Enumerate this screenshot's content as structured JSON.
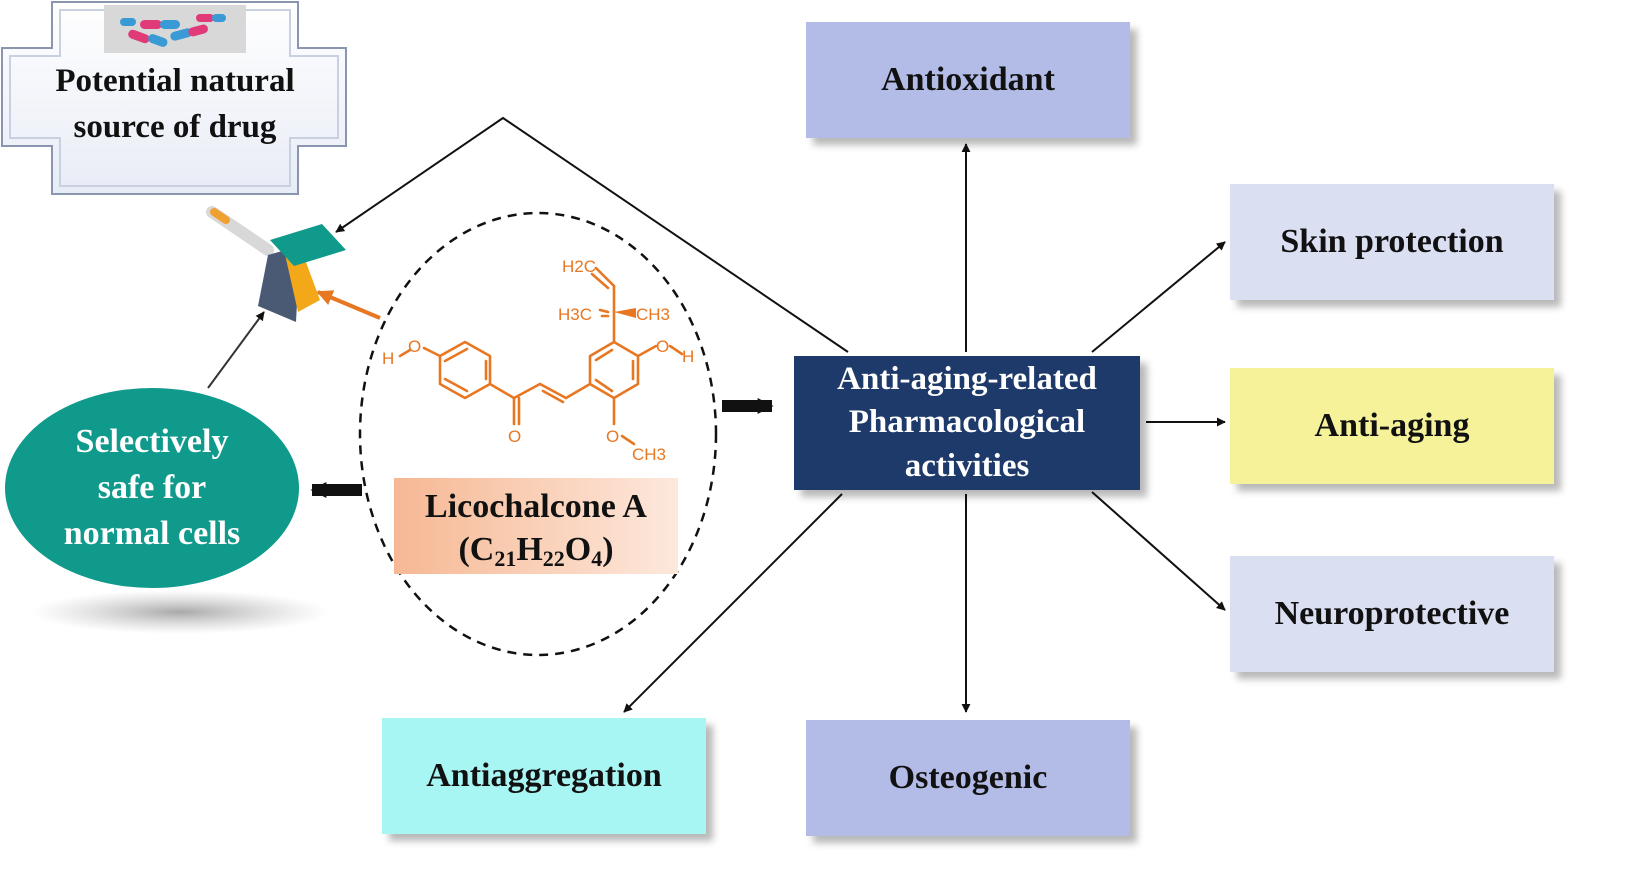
{
  "colors": {
    "center": "#1e3a6a",
    "lavender": "#b3bce6",
    "pale_lavender": "#dadff2",
    "yellow": "#f6f29a",
    "cyan": "#a8f6f4",
    "teal": "#0f9a8c",
    "orange": "#e87722",
    "peach": "#f6c0a0"
  },
  "drug": {
    "label_line1": "Potential natural",
    "label_line2": "source of drug"
  },
  "safe": {
    "line1": "Selectively",
    "line2": "safe for",
    "line3": "normal cells"
  },
  "center": {
    "line1": "Anti-aging-related",
    "line2": "Pharmacological",
    "line3": "activities"
  },
  "activities": {
    "antioxidant": "Antioxidant",
    "skin_protection": "Skin protection",
    "anti_aging": "Anti-aging",
    "neuroprotective": "Neuroprotective",
    "osteogenic": "Osteogenic",
    "antiaggregation": "Antiaggregation"
  },
  "compound": {
    "name": "Licochalcone A",
    "formula_open": "(C",
    "c_count": "21",
    "h": "H",
    "h_count": "22",
    "o": "O",
    "o_count": "4",
    "formula_close": ")"
  },
  "structure": {
    "h_left": "H",
    "o_left": "O",
    "o_carbonyl": "O",
    "o_right": "O",
    "h_right": "H",
    "o_methoxy": "O",
    "ch3_methoxy": "CH3",
    "h2c": "H2C",
    "h3c": "H3C",
    "ch3": "CH3"
  },
  "icons": [
    "capsules-icon",
    "dropper-icon",
    "open-book-icon"
  ]
}
